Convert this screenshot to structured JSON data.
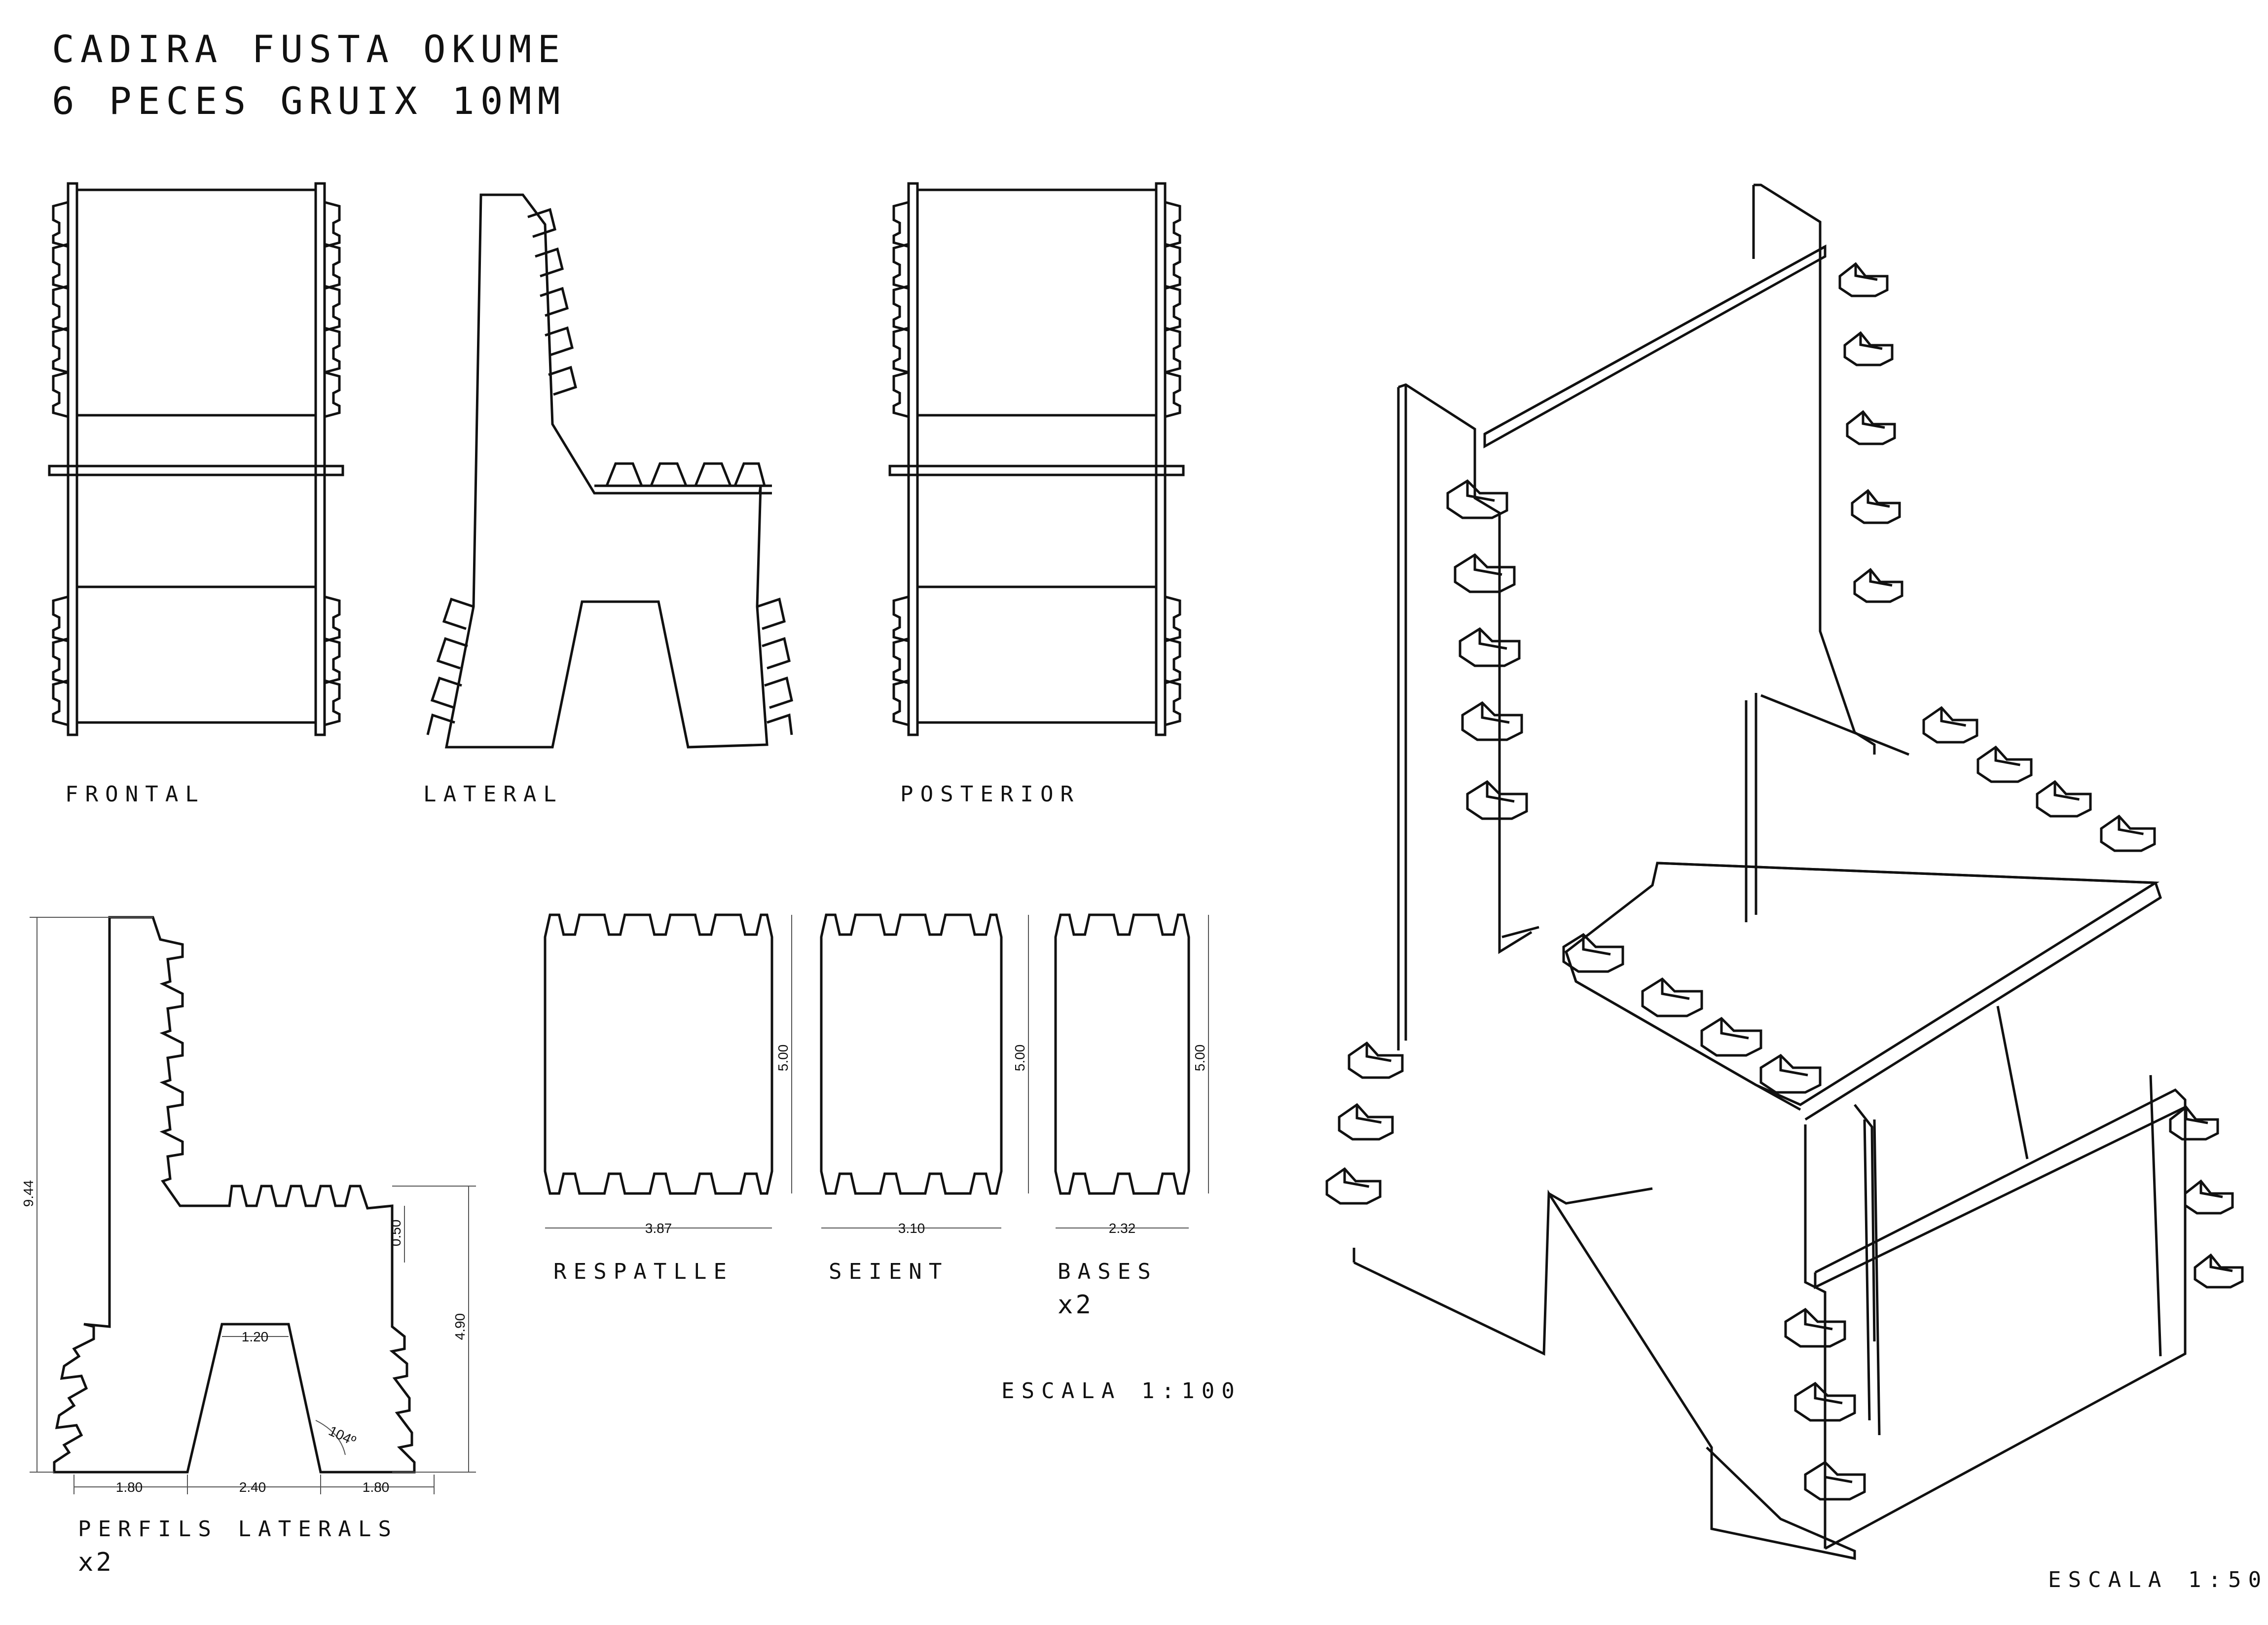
{
  "header": {
    "title": "CADIRA FUSTA OKUME",
    "subtitle": "6 PECES GRUIX 10MM"
  },
  "views": {
    "frontal": "FRONTAL",
    "lateral": "LATERAL",
    "posterior": "POSTERIOR"
  },
  "pieces": {
    "perfils": {
      "label": "PERFILS LATERALS",
      "qty": "x2"
    },
    "respatlle": {
      "label": "RESPATLLE"
    },
    "seient": {
      "label": "SEIENT"
    },
    "bases": {
      "label": "BASES",
      "qty": "x2"
    }
  },
  "dimensions": {
    "perfil_height": "9.44",
    "perfil_lower_height": "4.90",
    "perfil_seat_offset": "0.50",
    "perfil_top_gap": "1.20",
    "perfil_angle": "104º",
    "perfil_base": [
      "1.80",
      "2.40",
      "1.80"
    ],
    "respatlle_width": "3.87",
    "respatlle_height": "5.00",
    "seient_width": "3.10",
    "seient_height": "5.00",
    "bases_width": "2.32",
    "bases_height": "5.00"
  },
  "scales": {
    "pieces": "ESCALA 1:100",
    "isometric": "ESCALA 1:50"
  }
}
